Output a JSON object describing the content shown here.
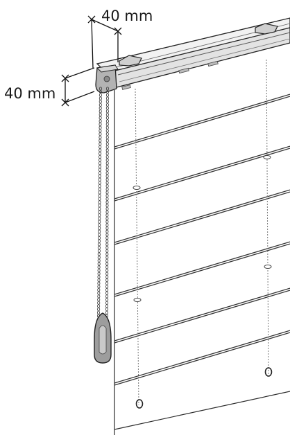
{
  "dimensions": {
    "top_label": "40 mm",
    "side_label": "40 mm"
  },
  "colors": {
    "line": "#1f1f1f",
    "cord": "#555555",
    "slat": "#333333",
    "headrail_fill": "#e9e9e9",
    "endcap_fill": "#b9b9b9",
    "handle_fill": "#9a9a9a"
  },
  "components": [
    "headrail",
    "end-cap",
    "mounting-brackets",
    "bead-chain",
    "chain-weight-handle",
    "lift-cords",
    "fabric-slats"
  ]
}
